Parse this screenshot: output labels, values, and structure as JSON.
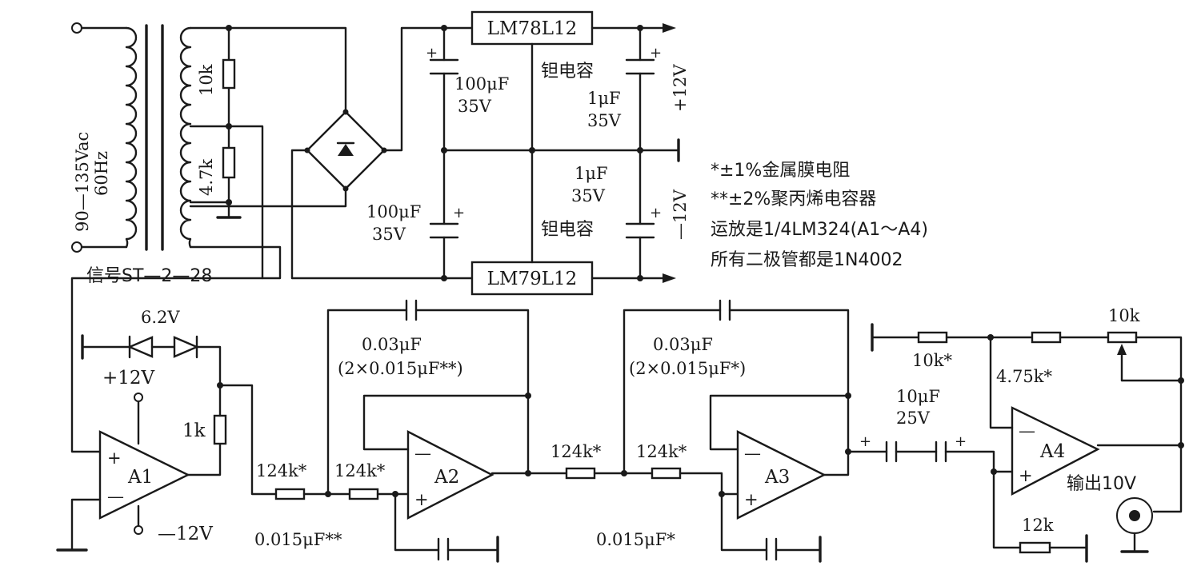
{
  "transformer": {
    "input_voltage": "90—135Vac",
    "input_freq": "60Hz",
    "tap_res_top": "10k",
    "tap_res_bottom": "4.7k",
    "signal_label": "信号ST—2—28"
  },
  "regulators": {
    "pos_reg": "LM78L12",
    "neg_reg": "LM79L12",
    "cap_upper_value": "100μF",
    "cap_upper_volt": "35V",
    "cap_lower_value": "100μF",
    "cap_lower_volt": "35V",
    "tant_label_top": "钽电容",
    "tant_top_value": "1μF",
    "tant_top_volt": "35V",
    "tant_label_bottom": "钽电容",
    "tant_bottom_value": "1μF",
    "tant_bottom_volt": "35V",
    "plus_12v": "+12V",
    "minus_12v": "—12V"
  },
  "notes": [
    "*±1%金属膜电阻",
    "**±2%聚丙烯电容器",
    "运放是1/4LM324(A1～A4)",
    "所有二极管都是1N4002"
  ],
  "stage_a1": {
    "zener": "6.2V",
    "supply_pos": "+12V",
    "supply_neg": "—12V",
    "resistor": "1k",
    "opamp": "A1"
  },
  "stage_a2": {
    "r1": "124k*",
    "r2": "124k*",
    "cap_fb": "0.03μF",
    "cap_fb_combo": "(2×0.015μF**)",
    "cap_gnd": "0.015μF**",
    "opamp": "A2"
  },
  "stage_a3": {
    "r1": "124k*",
    "r2": "124k*",
    "cap_fb": "0.03μF",
    "cap_fb_combo": "(2×0.015μF*)",
    "cap_gnd": "0.015μF*",
    "opamp": "A3"
  },
  "stage_a4": {
    "coupling_value": "10μF",
    "coupling_volt": "25V",
    "r_in": "10k*",
    "r_fb": "4.75k*",
    "pot": "10k",
    "r_bias": "12k",
    "opamp": "A4",
    "output": "输出10V"
  }
}
